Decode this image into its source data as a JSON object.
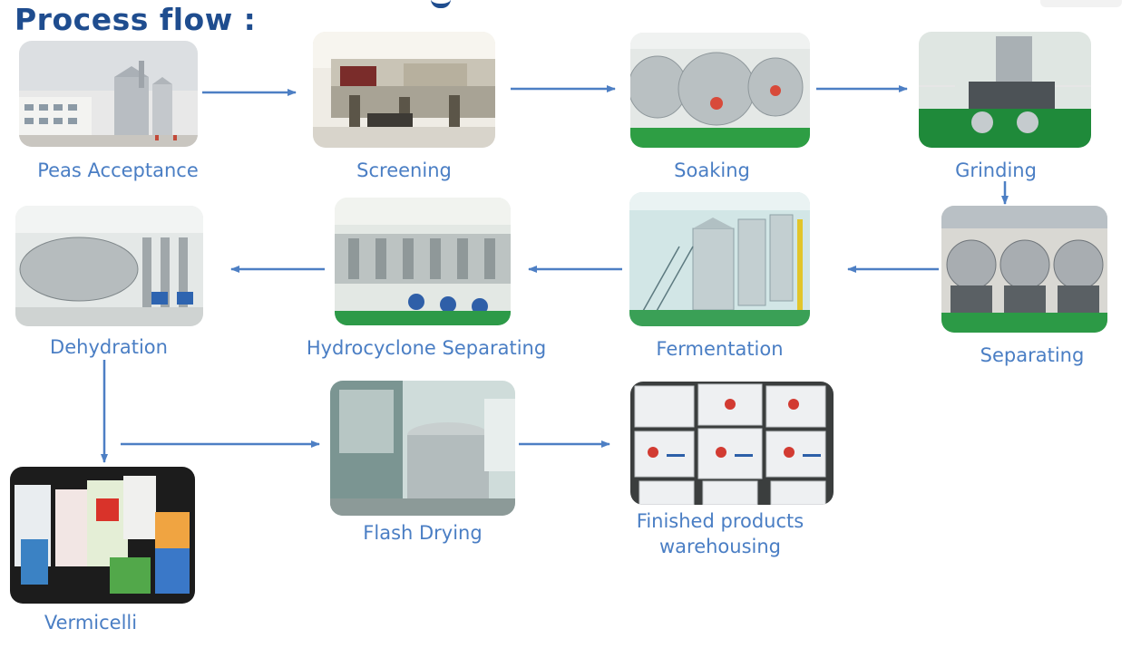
{
  "title": "Process flow :",
  "colors": {
    "arrow": "#4d7fc4",
    "title": "#1f4d8f",
    "label": "#4a7ec4"
  },
  "steps": [
    {
      "id": "peas-acceptance",
      "label": "Peas Acceptance",
      "image": "grain silos"
    },
    {
      "id": "screening",
      "label": "Screening",
      "image": "screening machinery"
    },
    {
      "id": "soaking",
      "label": "Soaking",
      "image": "stainless soaking tanks"
    },
    {
      "id": "grinding",
      "label": "Grinding",
      "image": "grinding mill"
    },
    {
      "id": "separating",
      "label": "Separating",
      "image": "centrifuge separators"
    },
    {
      "id": "fermentation",
      "label": "Fermentation",
      "image": "fermentation tanks"
    },
    {
      "id": "hydrocyclone",
      "label": "Hydrocyclone Separating",
      "image": "hydrocyclone units"
    },
    {
      "id": "dehydration",
      "label": "Dehydration",
      "image": "vacuum drum filter"
    },
    {
      "id": "vermicelli",
      "label": "Vermicelli",
      "image": "vermicelli packages"
    },
    {
      "id": "flash-drying",
      "label": "Flash Drying",
      "image": "flash dryer"
    },
    {
      "id": "warehousing",
      "label": "Finished products warehousing",
      "image": "stacked product bags"
    }
  ]
}
